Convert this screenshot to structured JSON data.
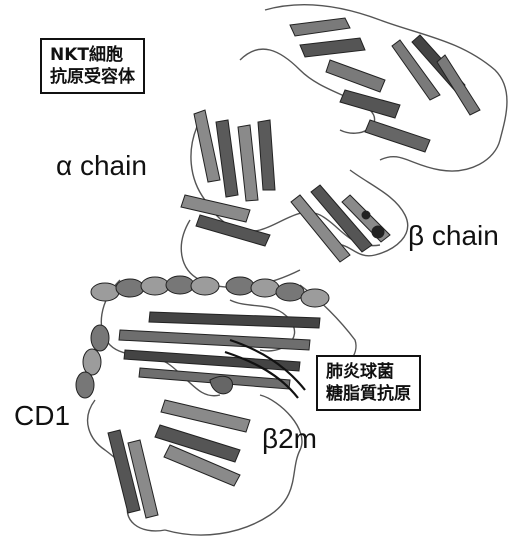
{
  "labels": {
    "receptor_box": [
      "NKT細胞",
      "抗原受容体"
    ],
    "antigen_box": [
      "肺炎球菌",
      "糖脂質抗原"
    ],
    "alpha_chain": "α chain",
    "beta_chain": "β chain",
    "cd1": "CD1",
    "b2m": "β2m"
  },
  "colors": {
    "ribbon_dark": "#3a3a3a",
    "ribbon_mid": "#777777",
    "ribbon_light": "#b5b5b5",
    "coil": "#444444",
    "lipid": "#111111"
  }
}
